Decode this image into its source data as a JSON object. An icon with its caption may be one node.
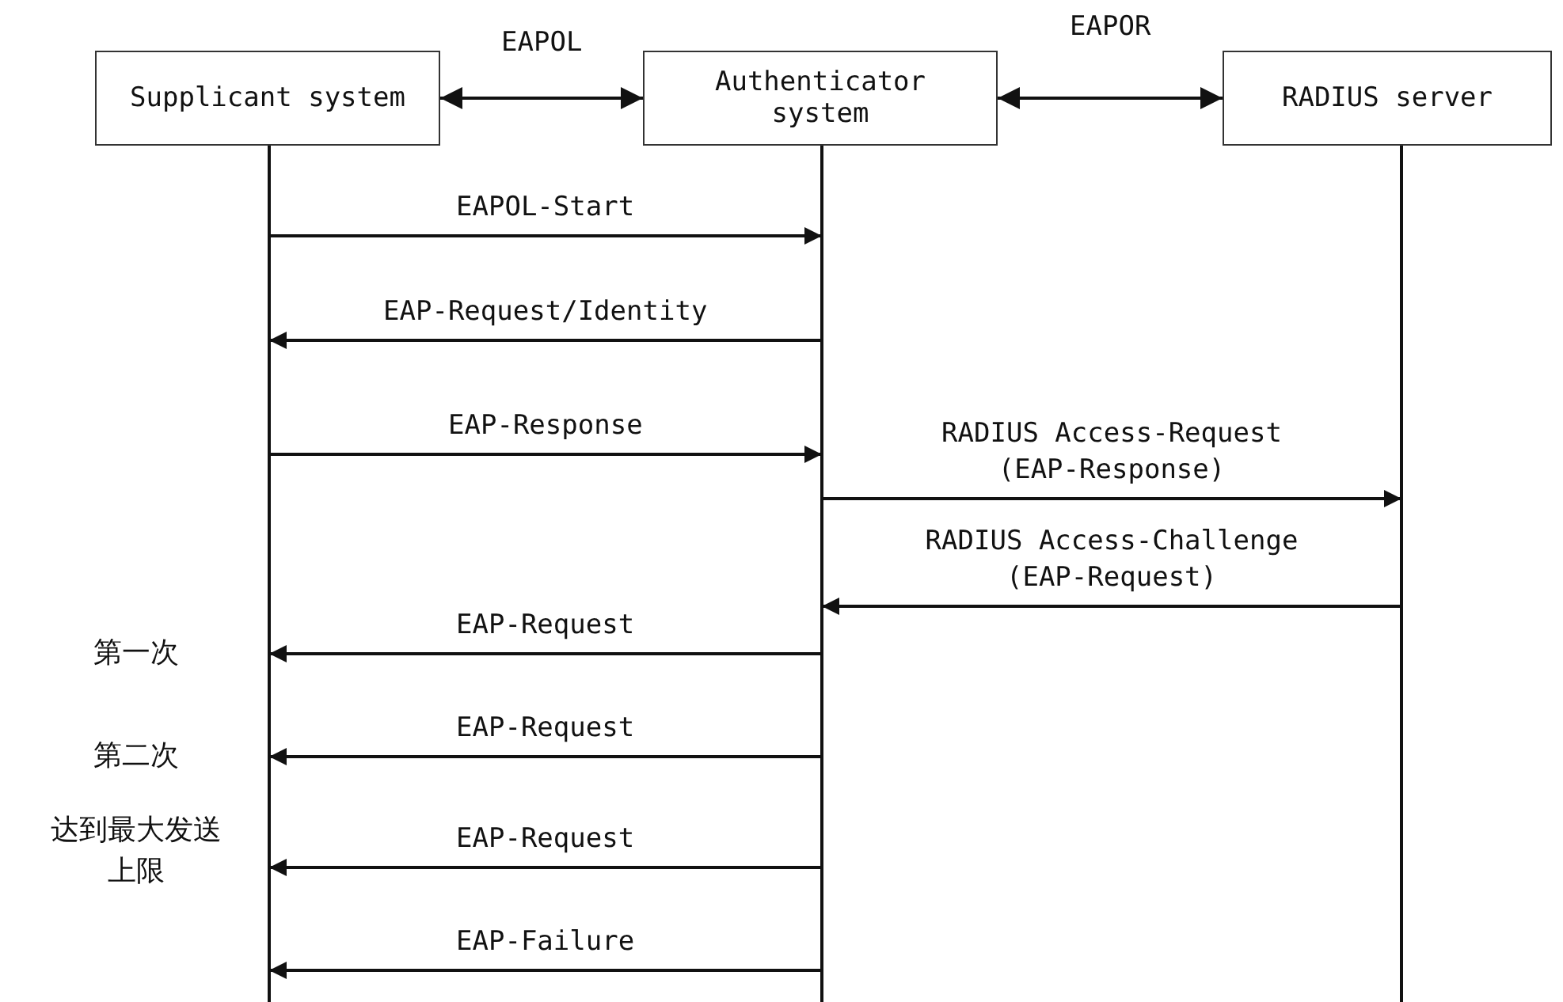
{
  "diagram": {
    "nodes": [
      {
        "text": [
          "Supplicant system"
        ]
      },
      {
        "text": [
          "Authenticator system"
        ]
      },
      {
        "text": [
          "RADIUS server"
        ]
      }
    ],
    "edges": [
      {
        "from": 0,
        "to": 1,
        "arrow": "both",
        "label": "EAPOL"
      },
      {
        "from": 1,
        "to": 2,
        "arrow": "both",
        "label": "EAPOR"
      },
      {
        "from": 0,
        "to": 1,
        "arrow": "to",
        "label": "EAPOL-Start"
      },
      {
        "from": 1,
        "to": 0,
        "arrow": "to",
        "label": "EAP-Request/Identity"
      },
      {
        "from": 0,
        "to": 1,
        "arrow": "to",
        "label": "EAP-Response"
      },
      {
        "from": 1,
        "to": 2,
        "arrow": "to",
        "label": "RADIUS Access-Request (EAP-Response)"
      },
      {
        "from": 2,
        "to": 1,
        "arrow": "to",
        "label": "RADIUS Access-Challenge (EAP-Request)"
      },
      {
        "from": 1,
        "to": 0,
        "arrow": "to",
        "label": "EAP-Request"
      },
      {
        "from": 1,
        "to": 0,
        "arrow": "to",
        "label": "EAP-Request"
      },
      {
        "from": 1,
        "to": 0,
        "arrow": "to",
        "label": "EAP-Request"
      },
      {
        "from": 1,
        "to": 0,
        "arrow": "to",
        "label": "EAP-Failure"
      }
    ],
    "labels": [
      "第一次",
      "第二次",
      "达到最大发送上限"
    ]
  }
}
